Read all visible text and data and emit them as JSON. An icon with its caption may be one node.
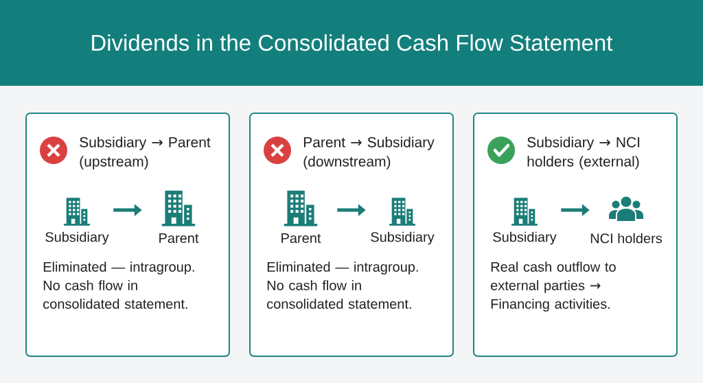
{
  "diagram": {
    "title": "Dividends in the Consolidated Cash Flow Statement",
    "nodes": [
      {
        "text": [
          "Subsidiary → Parent (upstream)",
          "Eliminated — intragroup. No cash flow in consolidated statement."
        ]
      },
      {
        "text": [
          "Subsidiary"
        ],
        "in": 0
      },
      {
        "text": [
          "Parent"
        ],
        "in": 0
      },
      {
        "text": [
          "Parent → Subsidiary (downstream)",
          "Eliminated — intragroup. No cash flow in consolidated statement."
        ]
      },
      {
        "text": [
          "Parent"
        ],
        "in": 3
      },
      {
        "text": [
          "Subsidiary"
        ],
        "in": 3
      },
      {
        "text": [
          "Subsidiary → NCI holders (external)",
          "Real cash outflow to external parties → Financing activities."
        ]
      },
      {
        "text": [
          "Subsidiary"
        ],
        "in": 6
      },
      {
        "text": [
          "NCI holders"
        ],
        "in": 6
      }
    ],
    "edges": [
      {
        "from": 1,
        "to": 2,
        "arrow": "to"
      },
      {
        "from": 4,
        "to": 5,
        "arrow": "to"
      },
      {
        "from": 7,
        "to": 8,
        "arrow": "to"
      }
    ]
  }
}
